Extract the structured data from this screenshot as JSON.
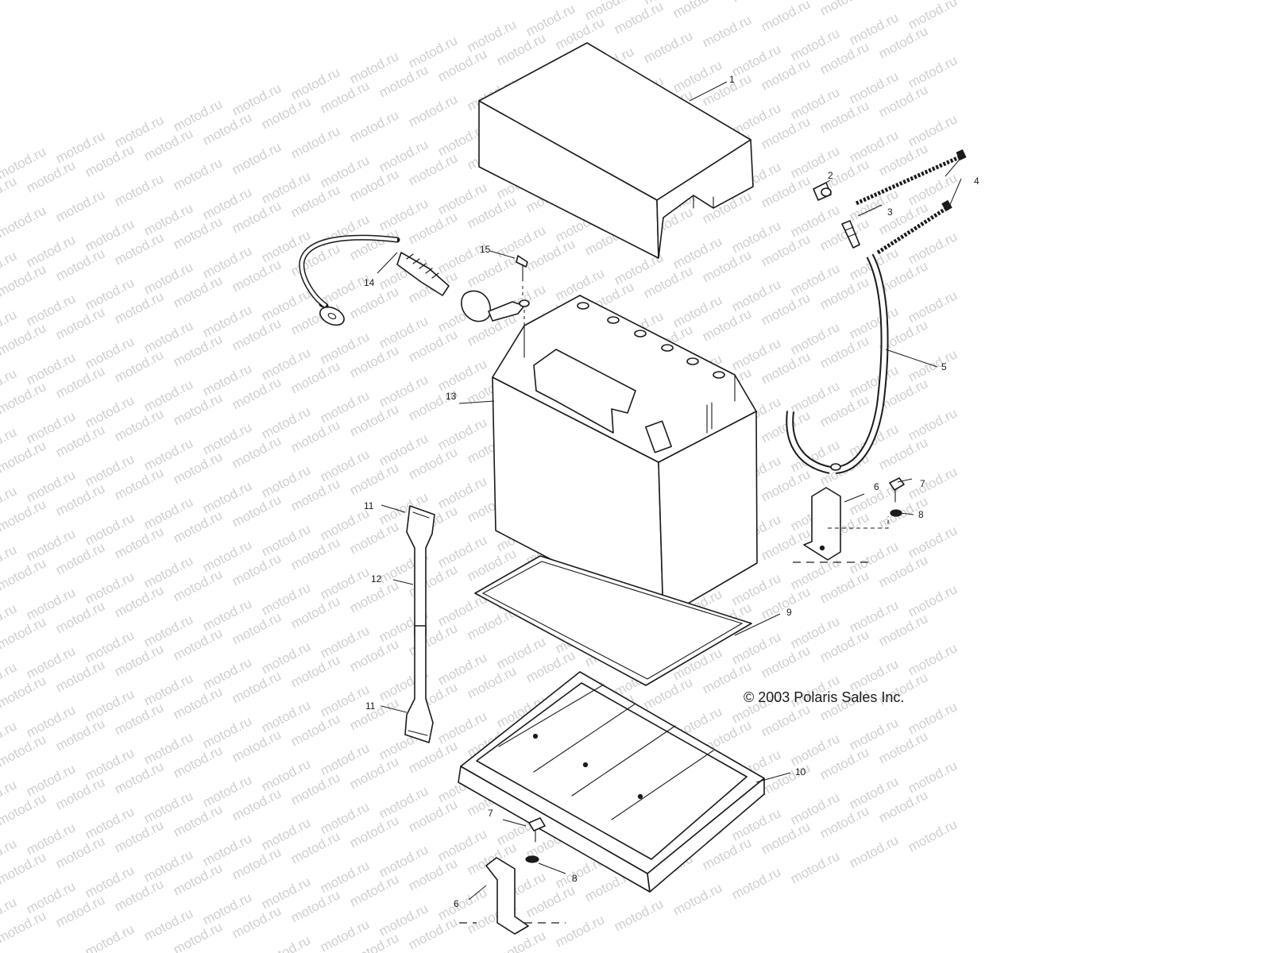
{
  "watermark": {
    "text": "motod.ru",
    "color": "#cfcfcf"
  },
  "copyright": "© 2003 Polaris Sales Inc.",
  "labels": {
    "l1": "1",
    "l2": "2",
    "l3": "3",
    "l4": "4",
    "l5": "5",
    "l6a": "6",
    "l6b": "6",
    "l7a": "7",
    "l7b": "7",
    "l8a": "8",
    "l8b": "8",
    "l9": "9",
    "l10": "10",
    "l11a": "11",
    "l11b": "11",
    "l12": "12",
    "l13": "13",
    "l14": "14",
    "l15": "15"
  },
  "colors": {
    "line": "#1a1a1a",
    "background": "#ffffff"
  }
}
